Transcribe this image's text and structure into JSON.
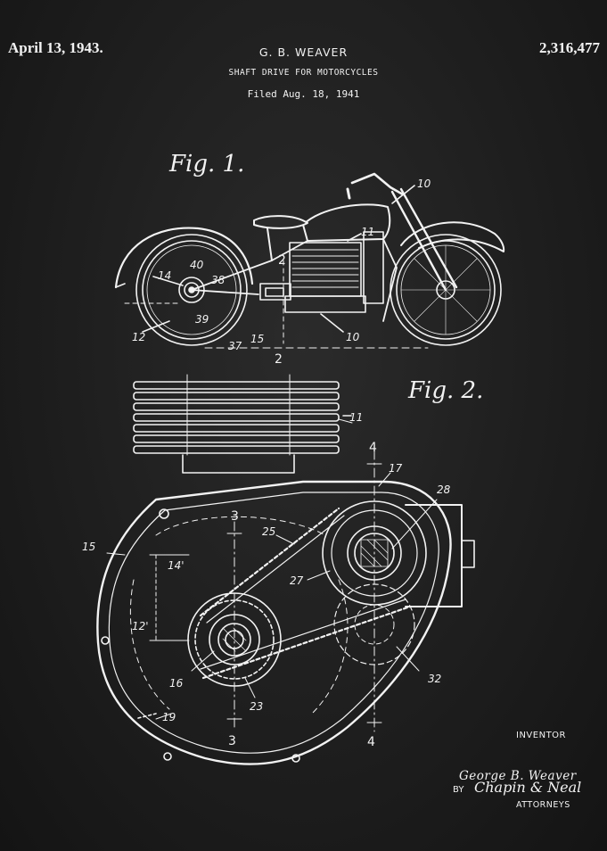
{
  "header": {
    "date": "April 13, 1943.",
    "inventor_header": "G. B. WEAVER",
    "patent_number": "2,316,477",
    "title": "SHAFT DRIVE FOR MOTORCYCLES",
    "filed": "Filed Aug. 18, 1941"
  },
  "figures": {
    "fig1_label": "Fig. 1.",
    "fig2_label": "Fig. 2."
  },
  "fig1_refs": [
    "10",
    "11",
    "2",
    "40",
    "14",
    "38",
    "39",
    "12",
    "37",
    "15",
    "10",
    "2"
  ],
  "fig2_refs": [
    "11",
    "4",
    "17",
    "28",
    "3",
    "25",
    "15",
    "14'",
    "27",
    "12'",
    "16",
    "23",
    "32",
    "19",
    "3",
    "4"
  ],
  "signature": {
    "inventor_label": "INVENTOR",
    "inventor_name": "George B. Weaver",
    "by": "BY",
    "attorney_signature": "Chapin & Neal",
    "attorneys_label": "ATTORNEYS"
  },
  "colors": {
    "background": "#1e1e1e",
    "ink": "#f2f2f2"
  }
}
